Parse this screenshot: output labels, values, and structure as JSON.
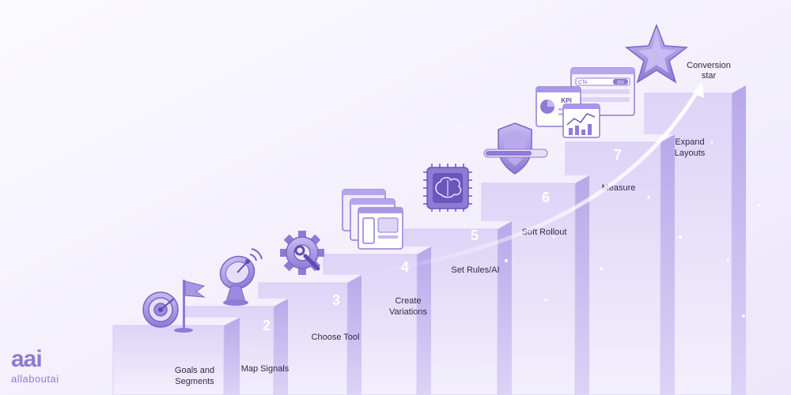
{
  "brand": {
    "mark": "aai",
    "name": "allaboutai"
  },
  "colors": {
    "accent": "#8d7bd2",
    "pillar_light": "#e9e3fb",
    "pillar_side": "#c6b8ee",
    "background": "#f6f4fc"
  },
  "steps": [
    {
      "number": "",
      "label_lines": [
        "Goals and",
        "Segments"
      ],
      "icon": "target-flag-icon"
    },
    {
      "number": "2",
      "label_lines": [
        "Map Signals"
      ],
      "icon": "satellite-dish-icon"
    },
    {
      "number": "3",
      "label_lines": [
        "Choose Tool"
      ],
      "icon": "gear-wrench-icon"
    },
    {
      "number": "4",
      "label_lines": [
        "Create",
        "Variations"
      ],
      "icon": "layout-windows-icon"
    },
    {
      "number": "5",
      "label_lines": [
        "Set Rules/AI"
      ],
      "icon": "brain-chip-icon"
    },
    {
      "number": "6",
      "label_lines": [
        "Soft Rollout"
      ],
      "icon": "shield-progress-icon"
    },
    {
      "number": "7",
      "label_lines": [
        "Measure"
      ],
      "icon": "kpi-dashboard-icon"
    },
    {
      "number": "",
      "label_lines": [
        "Expand",
        "Layouts"
      ],
      "icon": "conversion-star-icon"
    }
  ],
  "icon_text": {
    "kpi": "KPI",
    "cta": "CTA",
    "cta_value": "010"
  },
  "goal": {
    "label_lines": [
      "Conversion",
      "star"
    ]
  }
}
